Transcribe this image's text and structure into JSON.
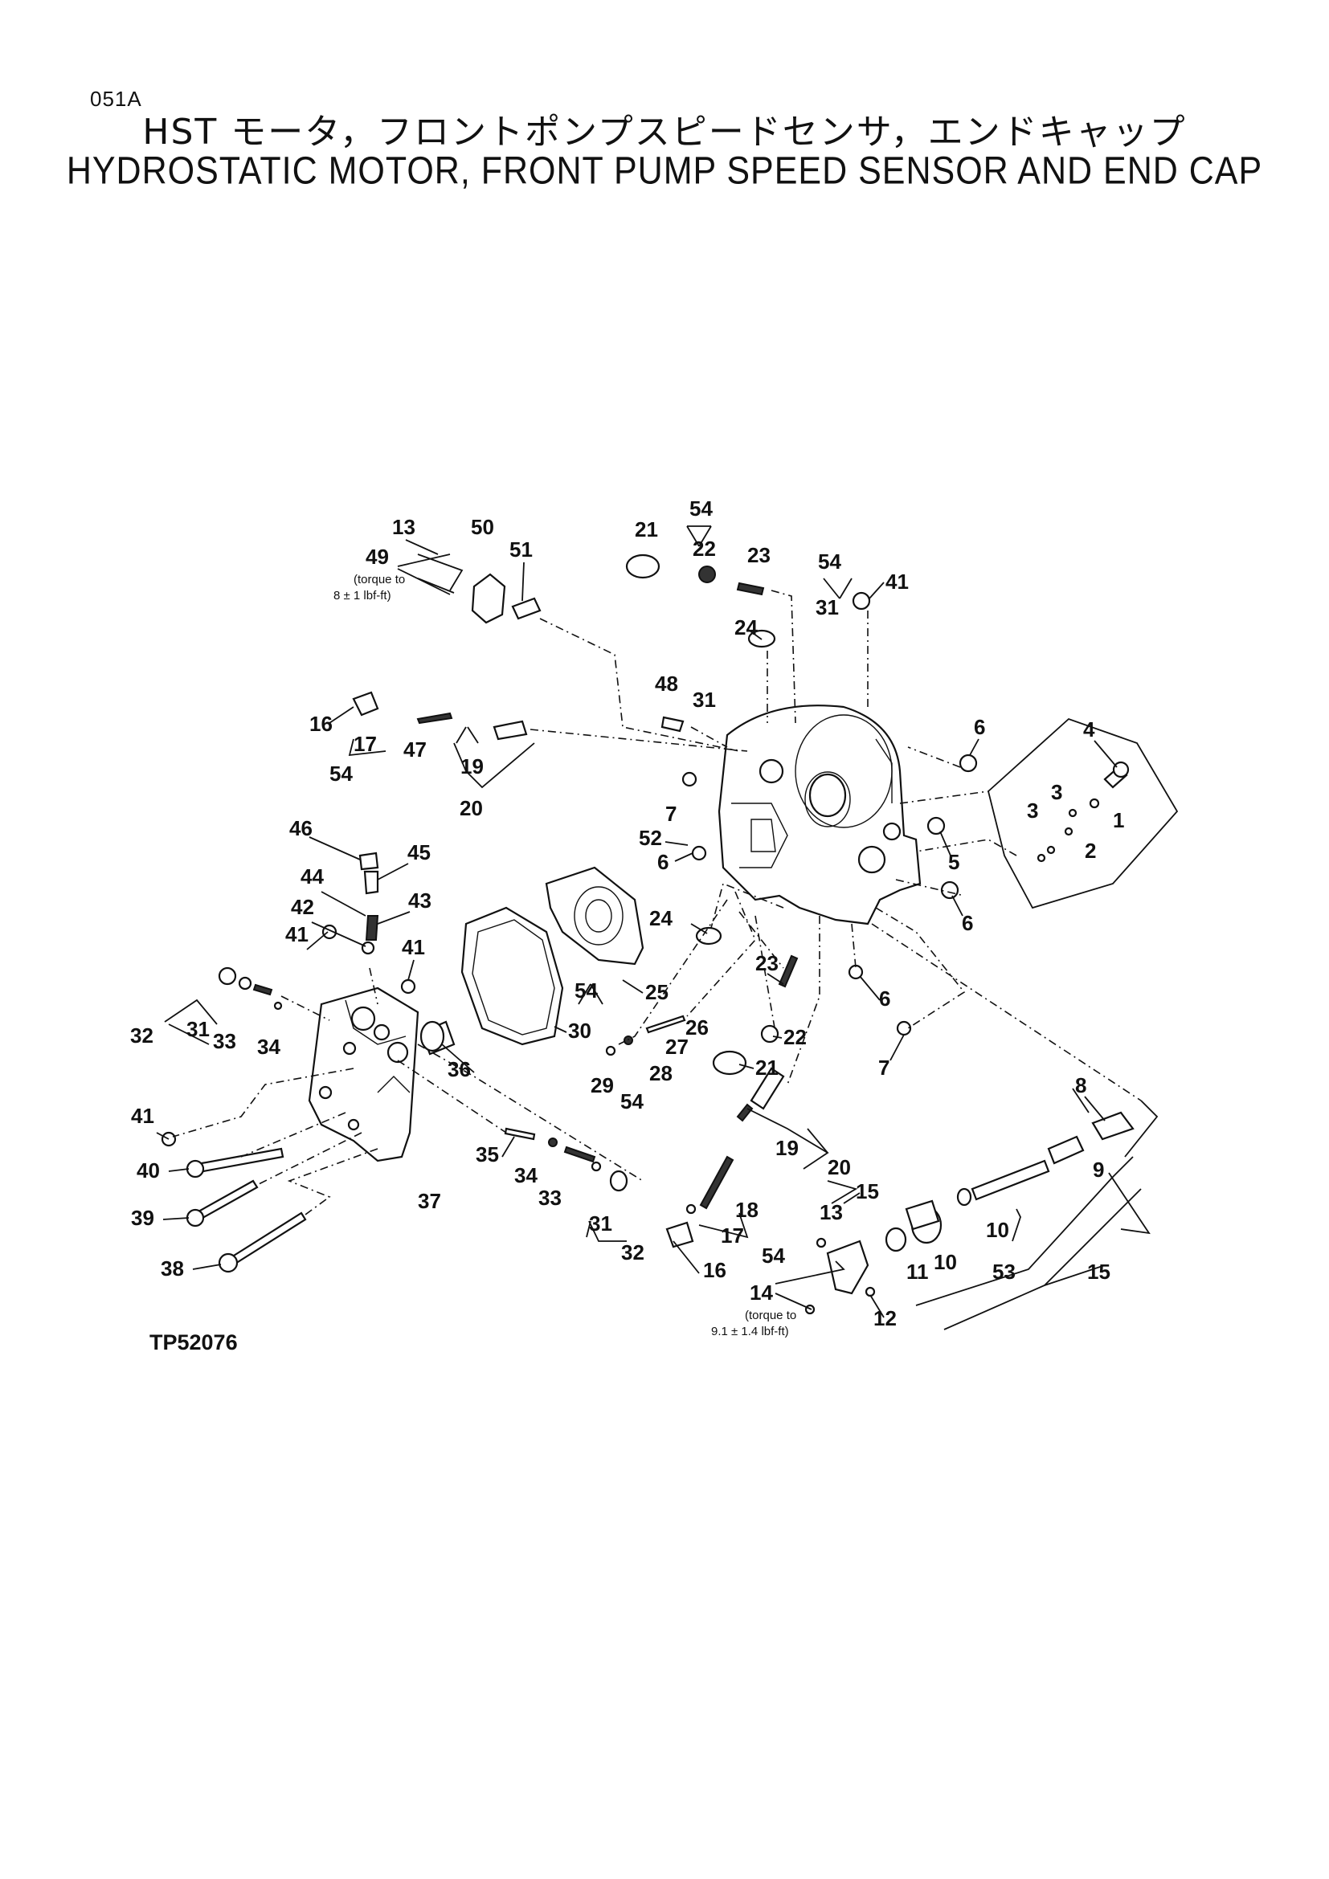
{
  "page_code": "051A",
  "title_jp": "HST モータ，フロントポンプスピードセンサ，エンドキャップ",
  "title_en": "HYDROSTATIC MOTOR, FRONT PUMP SPEED SENSOR AND END CAP",
  "drawing_id": "TP52076",
  "notes": {
    "torque_top": [
      "(torque to",
      "8 ± 1 lbf-ft)"
    ],
    "torque_bottom": [
      "(torque to",
      "9.1 ± 1.4 lbf-ft)"
    ]
  },
  "callouts": [
    {
      "id": "c13a",
      "label": "13"
    },
    {
      "id": "c50",
      "label": "50"
    },
    {
      "id": "c49",
      "label": "49"
    },
    {
      "id": "c51",
      "label": "51"
    },
    {
      "id": "c21a",
      "label": "21"
    },
    {
      "id": "c54a",
      "label": "54"
    },
    {
      "id": "c22a",
      "label": "22"
    },
    {
      "id": "c23a",
      "label": "23"
    },
    {
      "id": "c54b",
      "label": "54"
    },
    {
      "id": "c41a",
      "label": "41"
    },
    {
      "id": "c31a",
      "label": "31"
    },
    {
      "id": "c24a",
      "label": "24"
    },
    {
      "id": "c48",
      "label": "48"
    },
    {
      "id": "c31b",
      "label": "31"
    },
    {
      "id": "c16a",
      "label": "16"
    },
    {
      "id": "c17a",
      "label": "17"
    },
    {
      "id": "c47",
      "label": "47"
    },
    {
      "id": "c19a",
      "label": "19"
    },
    {
      "id": "c54c",
      "label": "54"
    },
    {
      "id": "c20a",
      "label": "20"
    },
    {
      "id": "c6a",
      "label": "6"
    },
    {
      "id": "c4",
      "label": "4"
    },
    {
      "id": "c3a",
      "label": "3"
    },
    {
      "id": "c3b",
      "label": "3"
    },
    {
      "id": "c1",
      "label": "1"
    },
    {
      "id": "c2",
      "label": "2"
    },
    {
      "id": "c7a",
      "label": "7"
    },
    {
      "id": "c52",
      "label": "52"
    },
    {
      "id": "c6b",
      "label": "6"
    },
    {
      "id": "c5",
      "label": "5"
    },
    {
      "id": "c6c",
      "label": "6"
    },
    {
      "id": "c46",
      "label": "46"
    },
    {
      "id": "c45",
      "label": "45"
    },
    {
      "id": "c44",
      "label": "44"
    },
    {
      "id": "c42",
      "label": "42"
    },
    {
      "id": "c43",
      "label": "43"
    },
    {
      "id": "c41b",
      "label": "41"
    },
    {
      "id": "c41c",
      "label": "41"
    },
    {
      "id": "c24b",
      "label": "24"
    },
    {
      "id": "c25",
      "label": "25"
    },
    {
      "id": "c23b",
      "label": "23"
    },
    {
      "id": "c6d",
      "label": "6"
    },
    {
      "id": "c54d",
      "label": "54"
    },
    {
      "id": "c30",
      "label": "30"
    },
    {
      "id": "c26",
      "label": "26"
    },
    {
      "id": "c27",
      "label": "27"
    },
    {
      "id": "c22b",
      "label": "22"
    },
    {
      "id": "c32a",
      "label": "32"
    },
    {
      "id": "c31c",
      "label": "31"
    },
    {
      "id": "c33a",
      "label": "33"
    },
    {
      "id": "c34a",
      "label": "34"
    },
    {
      "id": "c36",
      "label": "36"
    },
    {
      "id": "c29",
      "label": "29"
    },
    {
      "id": "c28",
      "label": "28"
    },
    {
      "id": "c21b",
      "label": "21"
    },
    {
      "id": "c7b",
      "label": "7"
    },
    {
      "id": "c54e",
      "label": "54"
    },
    {
      "id": "c8",
      "label": "8"
    },
    {
      "id": "c41d",
      "label": "41"
    },
    {
      "id": "c19b",
      "label": "19"
    },
    {
      "id": "c20b",
      "label": "20"
    },
    {
      "id": "c9",
      "label": "9"
    },
    {
      "id": "c40",
      "label": "40"
    },
    {
      "id": "c35",
      "label": "35"
    },
    {
      "id": "c34b",
      "label": "34"
    },
    {
      "id": "c33b",
      "label": "33"
    },
    {
      "id": "c37",
      "label": "37"
    },
    {
      "id": "c15a",
      "label": "15"
    },
    {
      "id": "c13b",
      "label": "13"
    },
    {
      "id": "c18",
      "label": "18"
    },
    {
      "id": "c39",
      "label": "39"
    },
    {
      "id": "c31d",
      "label": "31"
    },
    {
      "id": "c17b",
      "label": "17"
    },
    {
      "id": "c10a",
      "label": "10"
    },
    {
      "id": "c32b",
      "label": "32"
    },
    {
      "id": "c54f",
      "label": "54"
    },
    {
      "id": "c10b",
      "label": "10"
    },
    {
      "id": "c53",
      "label": "53"
    },
    {
      "id": "c15b",
      "label": "15"
    },
    {
      "id": "c16b",
      "label": "16"
    },
    {
      "id": "c11",
      "label": "11"
    },
    {
      "id": "c38",
      "label": "38"
    },
    {
      "id": "c14",
      "label": "14"
    },
    {
      "id": "c12",
      "label": "12"
    }
  ]
}
